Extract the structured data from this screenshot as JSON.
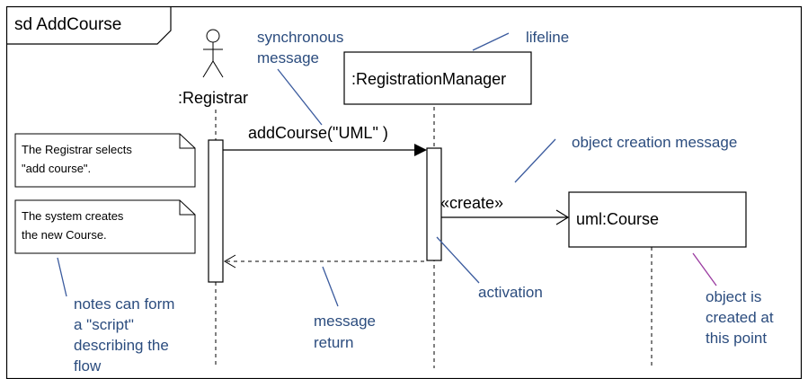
{
  "frame": {
    "label": "sd AddCourse"
  },
  "actor": {
    "name": ":Registrar"
  },
  "objects": {
    "registration_manager": ":RegistrationManager",
    "course": "uml:Course"
  },
  "messages": {
    "add_course": "addCourse(\"UML\" )",
    "create": "«create»"
  },
  "notes": {
    "note1": [
      "The Registrar selects",
      "\"add course\"."
    ],
    "note2": [
      "The system creates",
      "the new Course."
    ]
  },
  "annotations": {
    "synchronous_message": [
      "synchronous",
      "message"
    ],
    "lifeline": [
      "lifeline"
    ],
    "object_creation_message": [
      "object creation message"
    ],
    "activation": [
      "activation"
    ],
    "message_return": [
      "message",
      "return"
    ],
    "notes_script": [
      "notes can form",
      "a \"script\"",
      "describing the",
      "flow"
    ],
    "object_created": [
      "object is",
      "created at",
      "this point"
    ]
  },
  "colors": {
    "annotation_text": "#2b4c7e",
    "annotation_line": "#3b5b9e",
    "creation_pointer": "#9a3aa0"
  }
}
